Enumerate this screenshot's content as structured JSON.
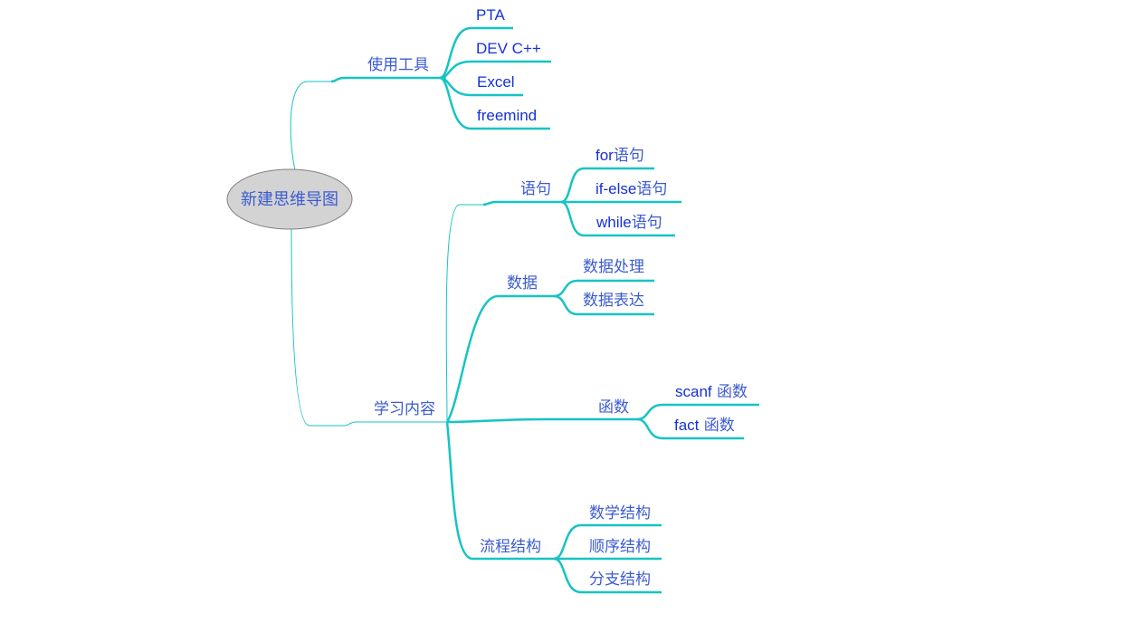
{
  "root": {
    "label": "新建思维导图"
  },
  "branches": {
    "tools": {
      "label": "使用工具",
      "items": [
        "PTA",
        "DEV C++",
        "Excel",
        "freemind"
      ]
    },
    "content": {
      "label": "学习内容",
      "statements": {
        "label": "语句",
        "items": [
          {
            "en": "for",
            "cn": "语句"
          },
          {
            "en": "if-else",
            "cn": "语句"
          },
          {
            "en": "while",
            "cn": "语句"
          }
        ]
      },
      "data": {
        "label": "数据",
        "items": [
          "数据处理",
          "数据表达"
        ]
      },
      "functions": {
        "label": "函数",
        "items": [
          {
            "en": "scanf",
            "cn": " 函数"
          },
          {
            "en": "fact",
            "cn": " 函数"
          }
        ]
      },
      "flow": {
        "label": "流程结构",
        "items": [
          "数学结构",
          "顺序结构",
          "分支结构"
        ]
      }
    }
  },
  "colors": {
    "edge": "#17c3c3",
    "node_text": "#3b5bd1",
    "leaf_text": "#1530d8",
    "root_fill": "#d3d3d3"
  }
}
